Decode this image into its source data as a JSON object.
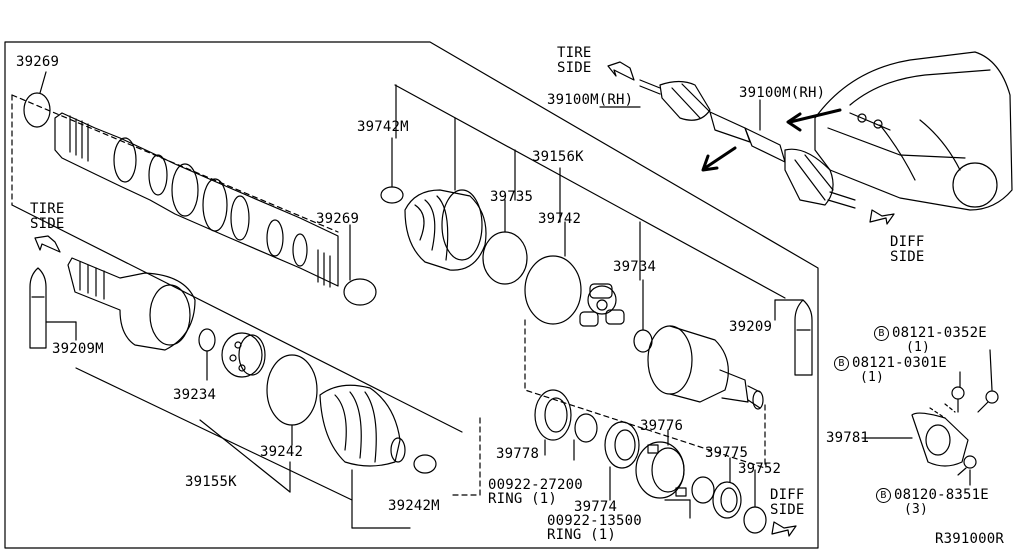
{
  "callouts": {
    "shaft_clip_top": "39269",
    "shaft_clip_mid": "39269",
    "boot_band_large": "39742M",
    "boot_band_small": "39735",
    "boot_kit": "39156K",
    "boot_band_inner": "39742",
    "spider": "39734",
    "grease_right": "39209",
    "grease_left": "39209M",
    "snap_ring": "39234",
    "band_left": "39242",
    "boot_kit_left": "39155K",
    "band_left_small": "39242M",
    "seal_a": "39778",
    "ring_a_part": "00922-27200",
    "ring_a_word": "RING (1)",
    "bearing": "39774",
    "housing_ring": "39776",
    "seal_b": "39775",
    "seal_c": "39752",
    "ring_b_part": "00922-13500",
    "ring_b_word": "RING (1)",
    "shaft_rh_top": "39100M(RH)",
    "shaft_rh_car": "39100M(RH)",
    "bracket": "39781",
    "bolt_1": "08121-0352E",
    "bolt_1_qty": "(1)",
    "bolt_2": "08121-0301E",
    "bolt_2_qty": "(1)",
    "bolt_3": "08120-8351E",
    "bolt_3_qty": "(3)",
    "ref_code": "R391000R"
  },
  "directions": {
    "tire_side_top_l1": "TIRE",
    "tire_side_top_l2": "SIDE",
    "tire_side_left_l1": "TIRE",
    "tire_side_left_l2": "SIDE",
    "diff_side_car_l1": "DIFF",
    "diff_side_car_l2": "SIDE",
    "diff_side_bottom_l1": "DIFF",
    "diff_side_bottom_l2": "SIDE"
  }
}
